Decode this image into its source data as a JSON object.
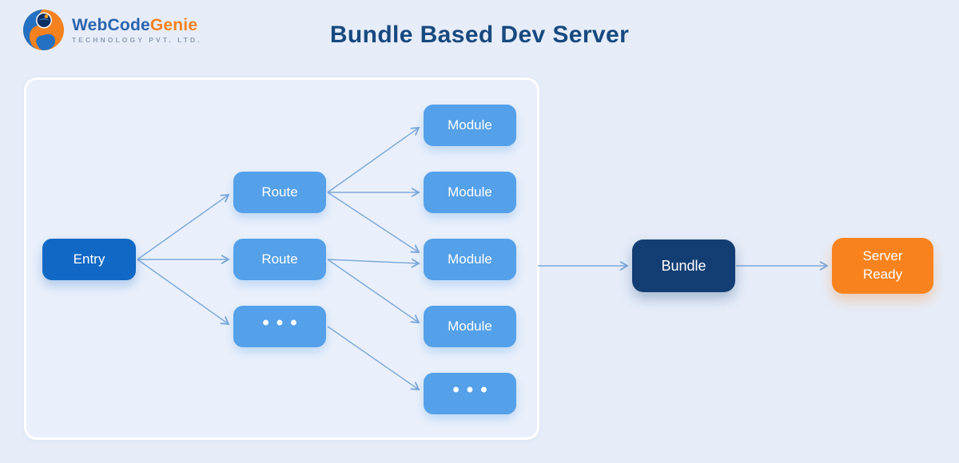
{
  "logo": {
    "brand_blue": "WebCode",
    "brand_orange": "Genie",
    "tagline": "TECHNOLOGY PVT. LTD."
  },
  "header": {
    "title": "Bundle Based Dev Server"
  },
  "diagram": {
    "nodes": {
      "entry": {
        "label": "Entry",
        "color": "#1169c5"
      },
      "route_1": {
        "label": "Route",
        "color": "#54a0e9"
      },
      "route_2": {
        "label": "Route",
        "color": "#54a0e9"
      },
      "routes_more": {
        "label": "•••",
        "color": "#54a0e9"
      },
      "module_1": {
        "label": "Module",
        "color": "#54a0e9"
      },
      "module_2": {
        "label": "Module",
        "color": "#54a0e9"
      },
      "module_3": {
        "label": "Module",
        "color": "#54a0e9"
      },
      "module_4": {
        "label": "Module",
        "color": "#54a0e9"
      },
      "modules_more": {
        "label": "•••",
        "color": "#54a0e9"
      },
      "bundle": {
        "label": "Bundle",
        "color": "#133e74"
      },
      "server_ready": {
        "lines": [
          "Server",
          "Ready"
        ],
        "color": "#f8831e"
      }
    },
    "edges": [
      {
        "from": "entry",
        "to": "route_1"
      },
      {
        "from": "entry",
        "to": "route_2"
      },
      {
        "from": "entry",
        "to": "routes_more"
      },
      {
        "from": "route_1",
        "to": "module_1"
      },
      {
        "from": "route_1",
        "to": "module_2"
      },
      {
        "from": "route_1",
        "to": "module_3"
      },
      {
        "from": "route_2",
        "to": "module_3"
      },
      {
        "from": "route_2",
        "to": "module_4"
      },
      {
        "from": "routes_more",
        "to": "modules_more"
      },
      {
        "from": "modules",
        "to": "bundle"
      },
      {
        "from": "bundle",
        "to": "server_ready"
      }
    ],
    "colors": {
      "background": "#e6edf9",
      "panel": "#eaf0fb",
      "panel_border": "#ffffff",
      "arrow": "#7ea9da",
      "title": "#17497f",
      "brand_blue": "#2b63ad",
      "brand_orange": "#f5821f"
    }
  }
}
